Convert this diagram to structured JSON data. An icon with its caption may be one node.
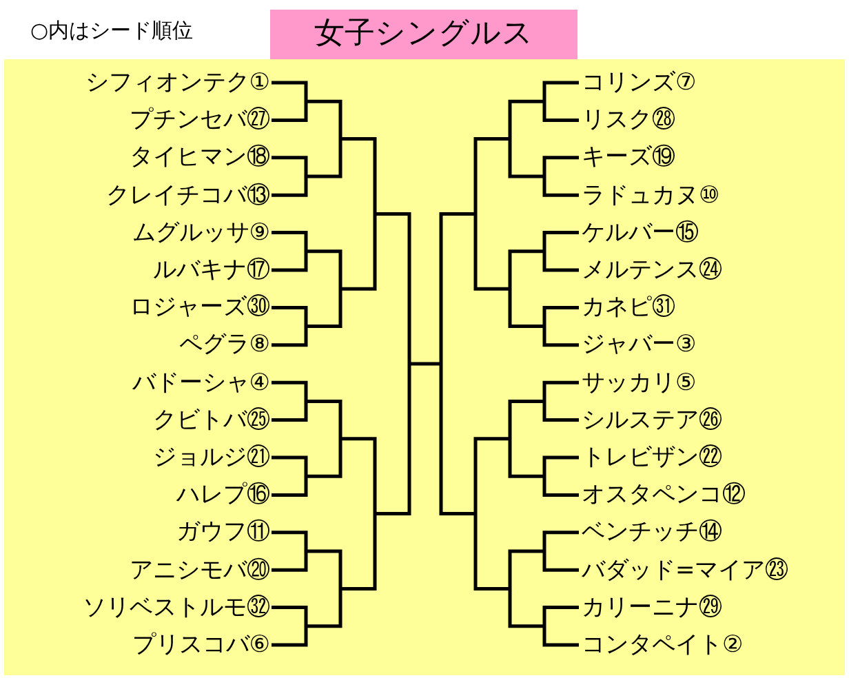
{
  "diagram": {
    "title": "女子シングルス",
    "labels": [
      "○内はシード順位",
      "シフィオンテク①",
      "プチンセバ㉗",
      "タイヒマン⑱",
      "クレイチコバ⑬",
      "ムグルッサ⑨",
      "ルバキナ⑰",
      "ロジャーズ㉚",
      "ペグラ⑧",
      "バドーシャ④",
      "クビトバ㉕",
      "ジョルジ㉑",
      "ハレプ⑯",
      "ガウフ⑪",
      "アニシモバ⑳",
      "ソリベストルモ㉜",
      "プリスコバ⑥",
      "コリンズ⑦",
      "リスク㉘",
      "キーズ⑲",
      "ラドュカヌ⑩",
      "ケルバー⑮",
      "メルテンス㉔",
      "カネピ㉛",
      "ジャバー③",
      "サッカリ⑤",
      "シルステア㉖",
      "トレビザン㉒",
      "オスタペンコ⑫",
      "ベンチッチ⑭",
      "バダッド=マイア㉓",
      "カリーニナ㉙",
      "コンタペイト②"
    ]
  }
}
